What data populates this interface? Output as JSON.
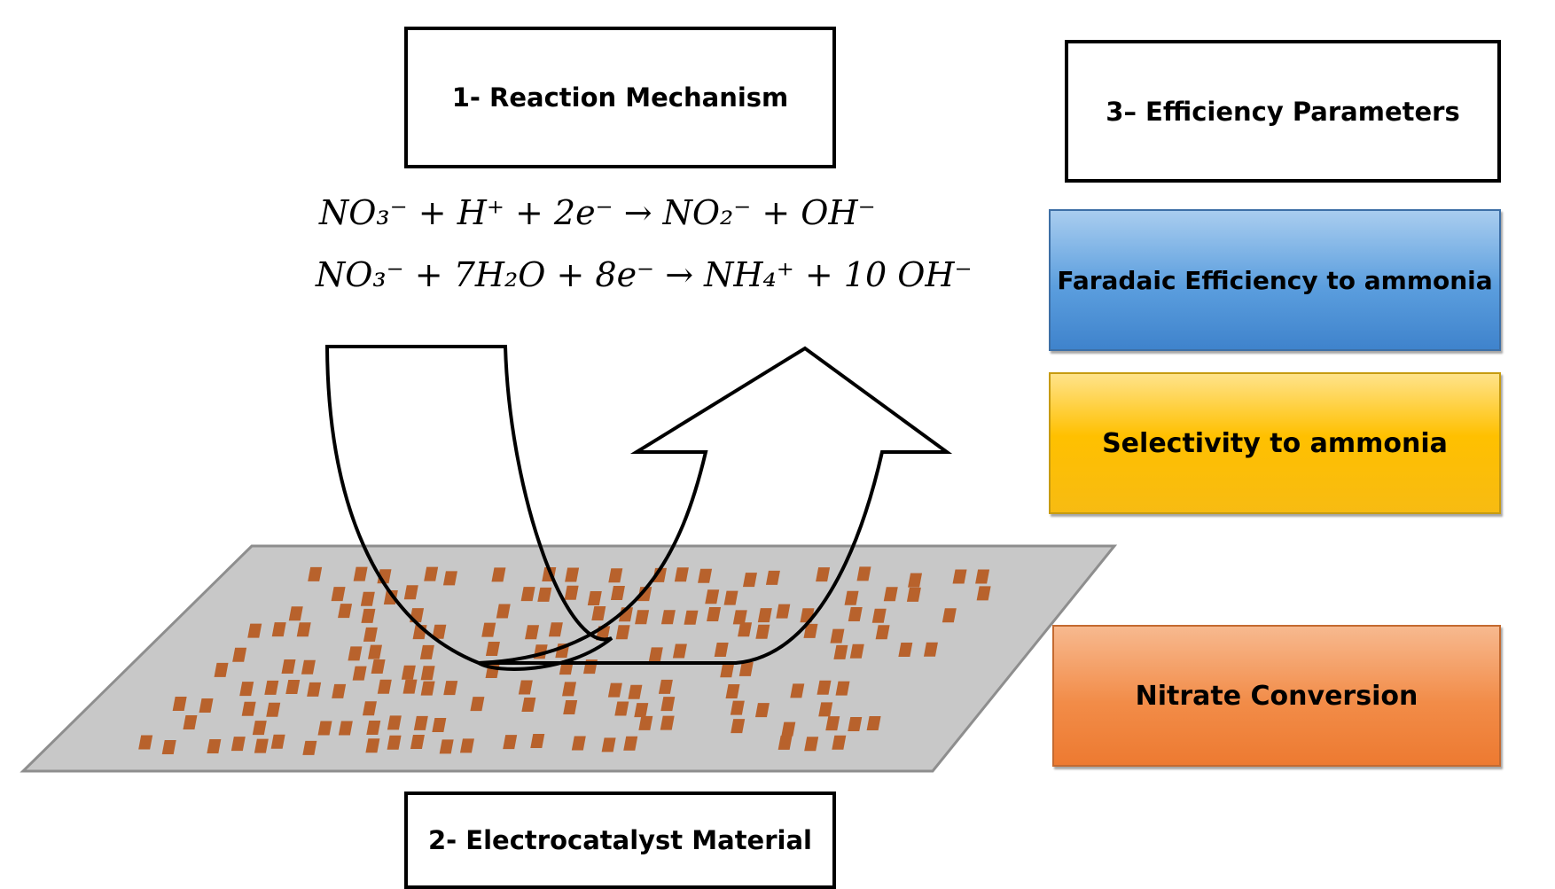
{
  "reaction_box": {
    "label": "1- Reaction Mechanism"
  },
  "material_box": {
    "label": "2- Electrocatalyst Material"
  },
  "efficiency_box": {
    "label": "3– Efficiency Parameters"
  },
  "parameters": [
    {
      "label": "Faradaic  Efficiency to ammonia",
      "color": "#5b9ede"
    },
    {
      "label": "Selectivity to ammonia",
      "color": "#ffc000"
    },
    {
      "label": "Nitrate Conversion",
      "color": "#f28c48"
    }
  ],
  "equations": [
    "NO₃⁻ + H⁺ + 2e⁻ → NO₂⁻ + OH⁻",
    "NO₃⁻ + 7H₂O + 8e⁻ → NH₄⁺ + 10 OH⁻"
  ],
  "colors": {
    "plate": "#c8c8c8",
    "plate_border": "#8e8e8e",
    "particle": "#b8622c"
  }
}
